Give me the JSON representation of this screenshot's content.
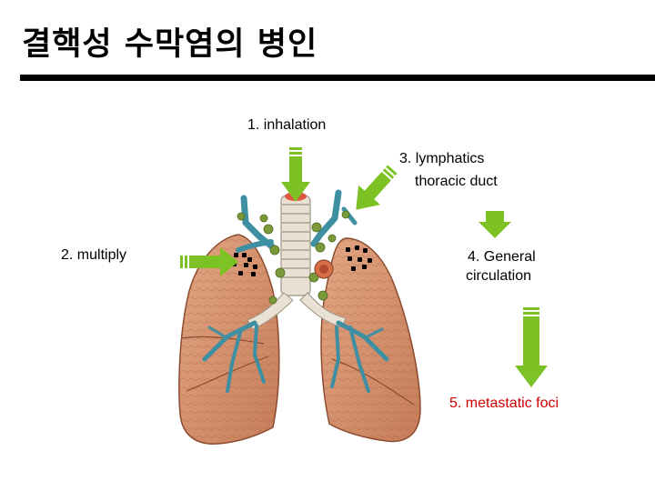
{
  "title": "결핵성 수막염의 병인",
  "labels": {
    "inhalation": "1. inhalation",
    "multiply": "2. multiply",
    "lymphatics_line1": "3. lymphatics",
    "lymphatics_line2": "thoracic duct",
    "general_line1": "4. General",
    "general_line2": "circulation",
    "metastatic": "5. metastatic foci"
  },
  "colors": {
    "arrow": "#7dc224",
    "metastatic_text": "#cc0000",
    "lung_tissue": "#d8946f",
    "bronchi": "#3f8fa3"
  }
}
